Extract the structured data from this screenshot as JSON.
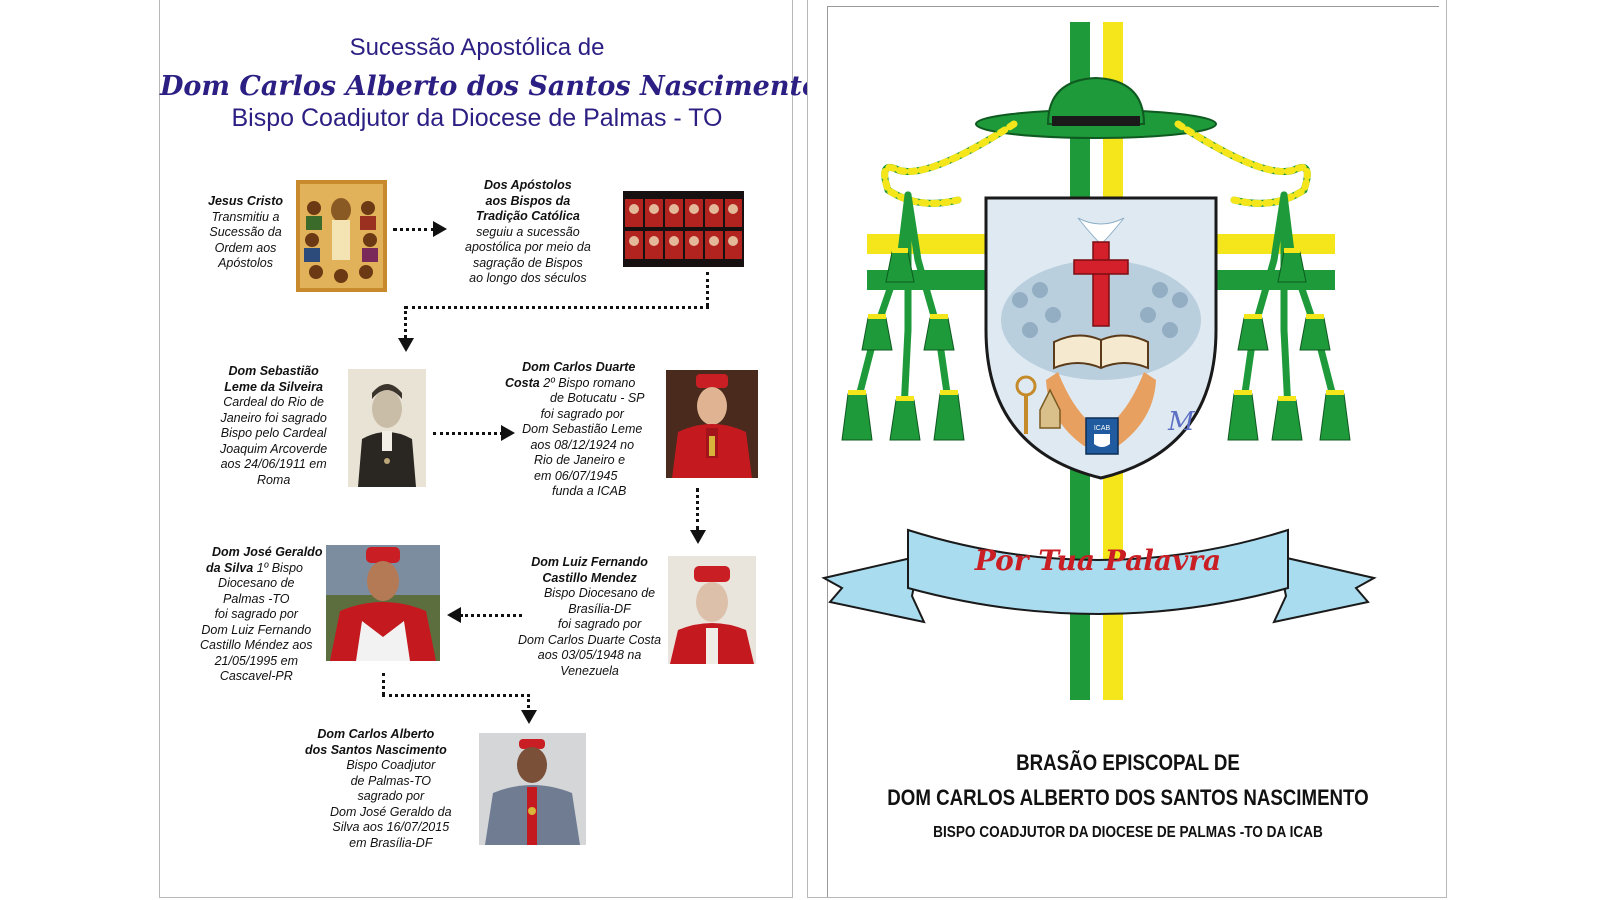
{
  "left": {
    "title_line1": "Sucessão Apostólica de",
    "title_line2": "Dom Carlos Alberto dos Santos Nascimento",
    "title_line3": "Bispo Coadjutor da Diocese de Palmas - TO",
    "jesus": {
      "name": "Jesus Cristo",
      "text": [
        "Transmitiu a",
        "Sucessão da",
        "Ordem aos",
        "Apóstolos"
      ]
    },
    "apostles": {
      "name": [
        "Dos Apóstolos",
        "aos Bispos da",
        "Tradição Católica"
      ],
      "text": [
        "seguiu a sucessão",
        "apostólica   por meio da",
        "sagração de Bispos",
        "ao longo dos séculos"
      ]
    },
    "leme": {
      "name": [
        "Dom Sebastião",
        "Leme da Silveira"
      ],
      "text": [
        "Cardeal do Rio de",
        "Janeiro foi sagrado",
        "Bispo pelo Cardeal",
        "Joaquim Arcoverde",
        "aos 24/06/1911 em",
        "Roma"
      ]
    },
    "duarte": {
      "name": "Dom Carlos Duarte",
      "name2": "Costa",
      "after_name": " 2º Bispo romano",
      "text": [
        "de Botucatu - SP",
        "foi sagrado por",
        "Dom Sebastião Leme",
        "aos 08/12/1924 no",
        "Rio de Janeiro e",
        "em 06/07/1945",
        "funda a ICAB"
      ]
    },
    "jose": {
      "name": "Dom José Geraldo",
      "name2": "da Silva",
      "after_name": "   1º Bispo",
      "text": [
        "Diocesano de",
        "Palmas -TO",
        "foi sagrado por",
        "Dom Luiz Fernando",
        "Castillo Méndez aos",
        "21/05/1995 em",
        "Cascavel-PR"
      ]
    },
    "luiz": {
      "name": [
        "Dom Luiz  Fernando",
        "Castillo Mendez"
      ],
      "text": [
        "Bispo Diocesano de",
        "Brasília-DF",
        "foi sagrado  por",
        "Dom Carlos Duarte Costa",
        "aos 03/05/1948 na",
        "Venezuela"
      ]
    },
    "carlos": {
      "name": [
        "Dom Carlos Alberto",
        "dos Santos Nascimento"
      ],
      "text": [
        "Bispo Coadjutor",
        "de Palmas-TO",
        "sagrado por",
        "Dom José Geraldo da",
        "Silva aos 16/07/2015",
        "em Brasília-DF"
      ]
    }
  },
  "right": {
    "motto": "Por Tua Palavra",
    "icab_label": "ICAB",
    "title_line1": "BRASÃO EPISCOPAL DE",
    "title_line2": "DOM CARLOS ALBERTO DOS SANTOS NASCIMENTO",
    "title_line3": "BISPO COADJUTOR DA DIOCESE DE PALMAS -TO DA ICAB"
  },
  "colors": {
    "title_blue": "#2c1f83",
    "green": "#1e9a3a",
    "yellow": "#f4e61b",
    "red": "#d4202a",
    "ribbon": "#a9dcef"
  },
  "icons": [
    "jesus-apostles-image",
    "bishops-collage-image",
    "portrait-photo",
    "coat-of-arms",
    "dove-icon",
    "cross-icon",
    "bible-icon",
    "icab-shield-icon"
  ]
}
